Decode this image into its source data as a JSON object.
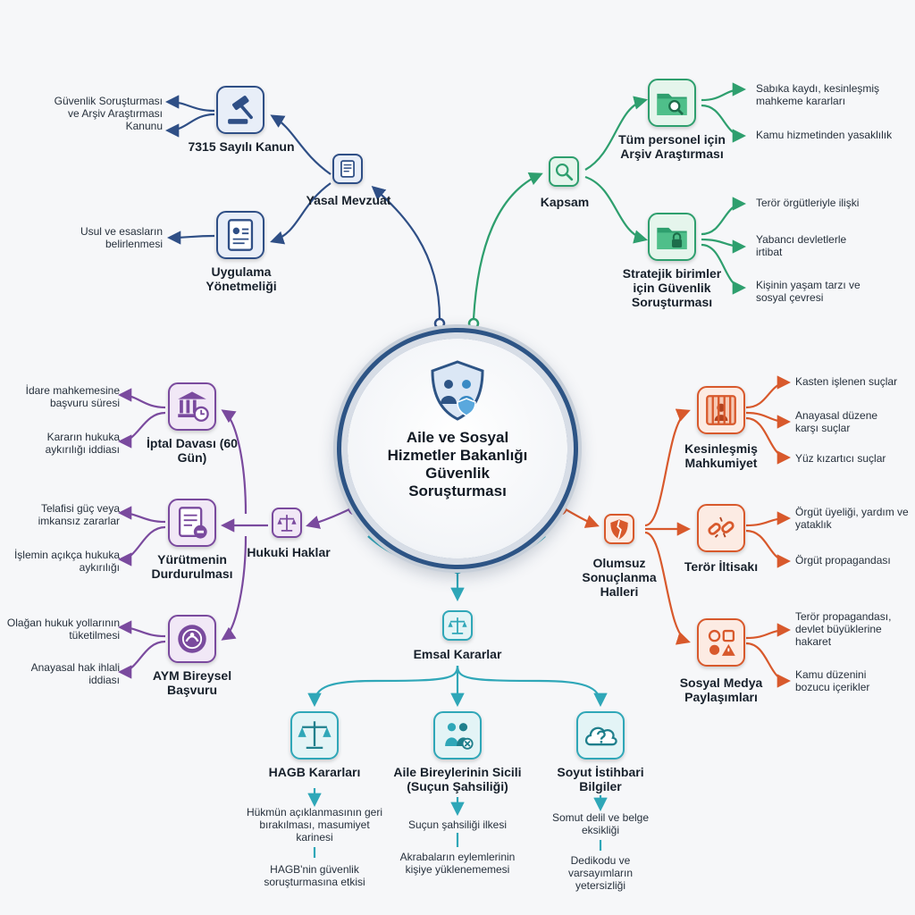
{
  "center": {
    "title": "Aile ve Sosyal Hizmetler Bakanlığı Güvenlik Soruşturması",
    "icon": "shield-family-icon"
  },
  "branches": {
    "legal": {
      "label": "Yasal Mevzuat",
      "color": "#2f4f86",
      "icon": "scroll-icon",
      "children": [
        {
          "label": "7315 Sayılı Kanun",
          "icon": "gavel-icon",
          "leaves": [
            "Güvenlik Soruşturması ve Arşiv Araştırması Kanunu"
          ]
        },
        {
          "label": "Uygulama Yönetmeliği",
          "icon": "document-icon",
          "leaves": [
            "Usul ve esasların belirlenmesi"
          ]
        }
      ]
    },
    "scope": {
      "label": "Kapsam",
      "color": "#2e9f6e",
      "icon": "magnifier-icon",
      "children": [
        {
          "label": "Tüm personel için Arşiv Araştırması",
          "icon": "folder-search-icon",
          "leaves": [
            "Sabıka kaydı, kesinleşmiş mahkeme kararları",
            "Kamu hizmetinden yasaklılık"
          ]
        },
        {
          "label": "Stratejik birimler için Güvenlik Soruşturması",
          "icon": "folder-lock-icon",
          "leaves": [
            "Terör örgütleriyle ilişki",
            "Yabancı devletlerle irtibat",
            "Kişinin yaşam tarzı ve sosyal çevresi"
          ]
        }
      ]
    },
    "rights": {
      "label": "Hukuki Haklar",
      "color": "#7a4a9e",
      "icon": "scales-icon",
      "children": [
        {
          "label": "İptal Davası (60 Gün)",
          "icon": "courthouse-clock-icon",
          "leaves": [
            "İdare mahkemesine başvuru süresi",
            "Kararın hukuka aykırılığı iddiası"
          ]
        },
        {
          "label": "Yürütmenin Durdurulması",
          "icon": "document-stop-icon",
          "leaves": [
            "Telafisi güç veya imkansız zararlar",
            "İşlemin açıkça hukuka aykırılığı"
          ]
        },
        {
          "label": "AYM Bireysel Başvuru",
          "icon": "constitutional-court-icon",
          "leaves": [
            "Olağan hukuk yollarının tüketilmesi",
            "Anayasal hak ihlali iddiası"
          ]
        }
      ]
    },
    "negative": {
      "label": "Olumsuz Sonuçlanma Halleri",
      "color": "#d8592c",
      "icon": "broken-shield-icon",
      "children": [
        {
          "label": "Kesinleşmiş Mahkumiyet",
          "icon": "prison-bars-icon",
          "leaves": [
            "Kasten işlenen suçlar",
            "Anayasal düzene karşı suçlar",
            "Yüz kızartıcı suçlar"
          ]
        },
        {
          "label": "Terör İltisakı",
          "icon": "broken-chain-icon",
          "leaves": [
            "Örgüt üyeliği, yardım ve yataklık",
            "Örgüt propagandası"
          ]
        },
        {
          "label": "Sosyal Medya Paylaşımları",
          "icon": "social-warning-icon",
          "leaves": [
            "Terör propagandası, devlet büyüklerine hakaret",
            "Kamu düzenini bozucu içerikler"
          ]
        }
      ]
    },
    "precedents": {
      "label": "Emsal Kararlar",
      "color": "#2fa7b8",
      "icon": "scales-small-icon",
      "children": [
        {
          "label": "HAGB Kararları",
          "icon": "justice-scales-icon",
          "leaves": [
            "Hükmün açıklanmasının geri bırakılması, masumiyet karinesi",
            "HAGB'nin güvenlik soruşturmasına etkisi"
          ]
        },
        {
          "label": "Aile Bireylerinin Sicili (Suçun Şahsiliği)",
          "icon": "family-icon",
          "leaves": [
            "Suçun şahsiliği ilkesi",
            "Akrabaların eylemlerinin kişiye yüklenememesi"
          ]
        },
        {
          "label": "Soyut İstihbari Bilgiler",
          "icon": "cloud-question-icon",
          "leaves": [
            "Somut delil ve belge eksikliği",
            "Dedikodu ve varsayımların yetersizliği"
          ]
        }
      ]
    }
  }
}
